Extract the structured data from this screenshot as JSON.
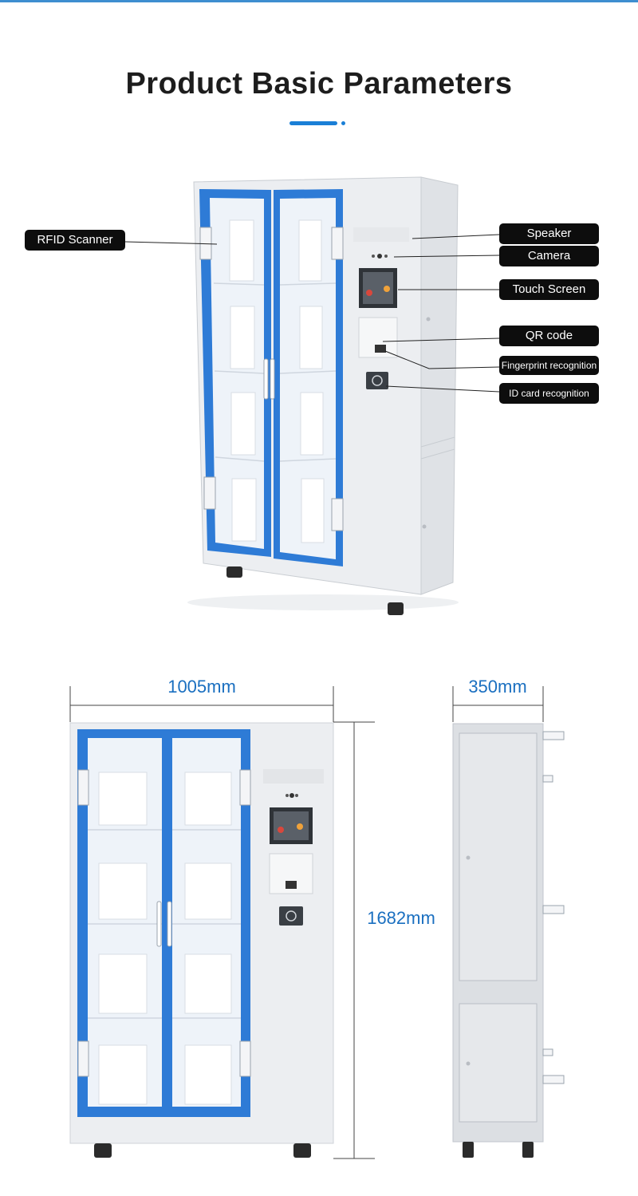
{
  "page": {
    "title": "Product Basic Parameters",
    "accent_color": "#1a7fd6"
  },
  "callouts": {
    "rfid_scanner": "RFID Scanner",
    "speaker": "Speaker",
    "camera": "Camera",
    "touch_screen": "Touch Screen",
    "qr_code": "QR code",
    "fingerprint": "Fingerprint recognition",
    "id_card": "ID card recognition"
  },
  "dimensions": {
    "width": "1005mm",
    "depth": "350mm",
    "height": "1682mm"
  },
  "colors": {
    "door_frame": "#2e7bd6",
    "cabinet_body": "#ebedf0",
    "callout_bg": "#0d0d0d",
    "dimension_text": "#1a6fc0"
  }
}
